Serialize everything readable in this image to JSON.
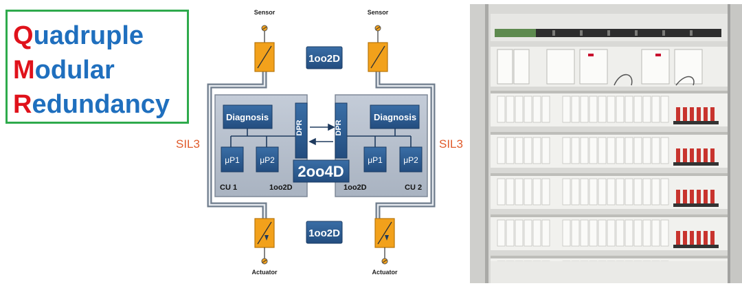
{
  "title": {
    "line1_initial": "Q",
    "line1_rest": "uadruple",
    "line2_initial": "M",
    "line2_rest": "odular",
    "line3_initial": "R",
    "line3_rest": "edundancy"
  },
  "diagram": {
    "sensor_left": "Sensor",
    "sensor_right": "Sensor",
    "actuator_left": "Actuator",
    "actuator_right": "Actuator",
    "top_vote": "1oo2D",
    "bottom_vote": "1oo2D",
    "center_vote": "2oo4D",
    "sil_left": "SIL3",
    "sil_right": "SIL3",
    "cu1": {
      "diagnosis": "Diagnosis",
      "dpr": "DPR",
      "p1": "μP1",
      "p2": "μP2",
      "name": "CU 1",
      "vote": "1oo2D"
    },
    "cu2": {
      "diagnosis": "Diagnosis",
      "dpr": "DPR",
      "p1": "μP1",
      "p2": "μP2",
      "name": "CU 2",
      "vote": "1oo2D"
    }
  },
  "colors": {
    "title_blue": "#1f6fbe",
    "title_red": "#e0121b",
    "title_border": "#2eaa4c",
    "module_blue": "#27578f",
    "sil_orange": "#e05a2a",
    "box_orange": "#f2a11b"
  }
}
